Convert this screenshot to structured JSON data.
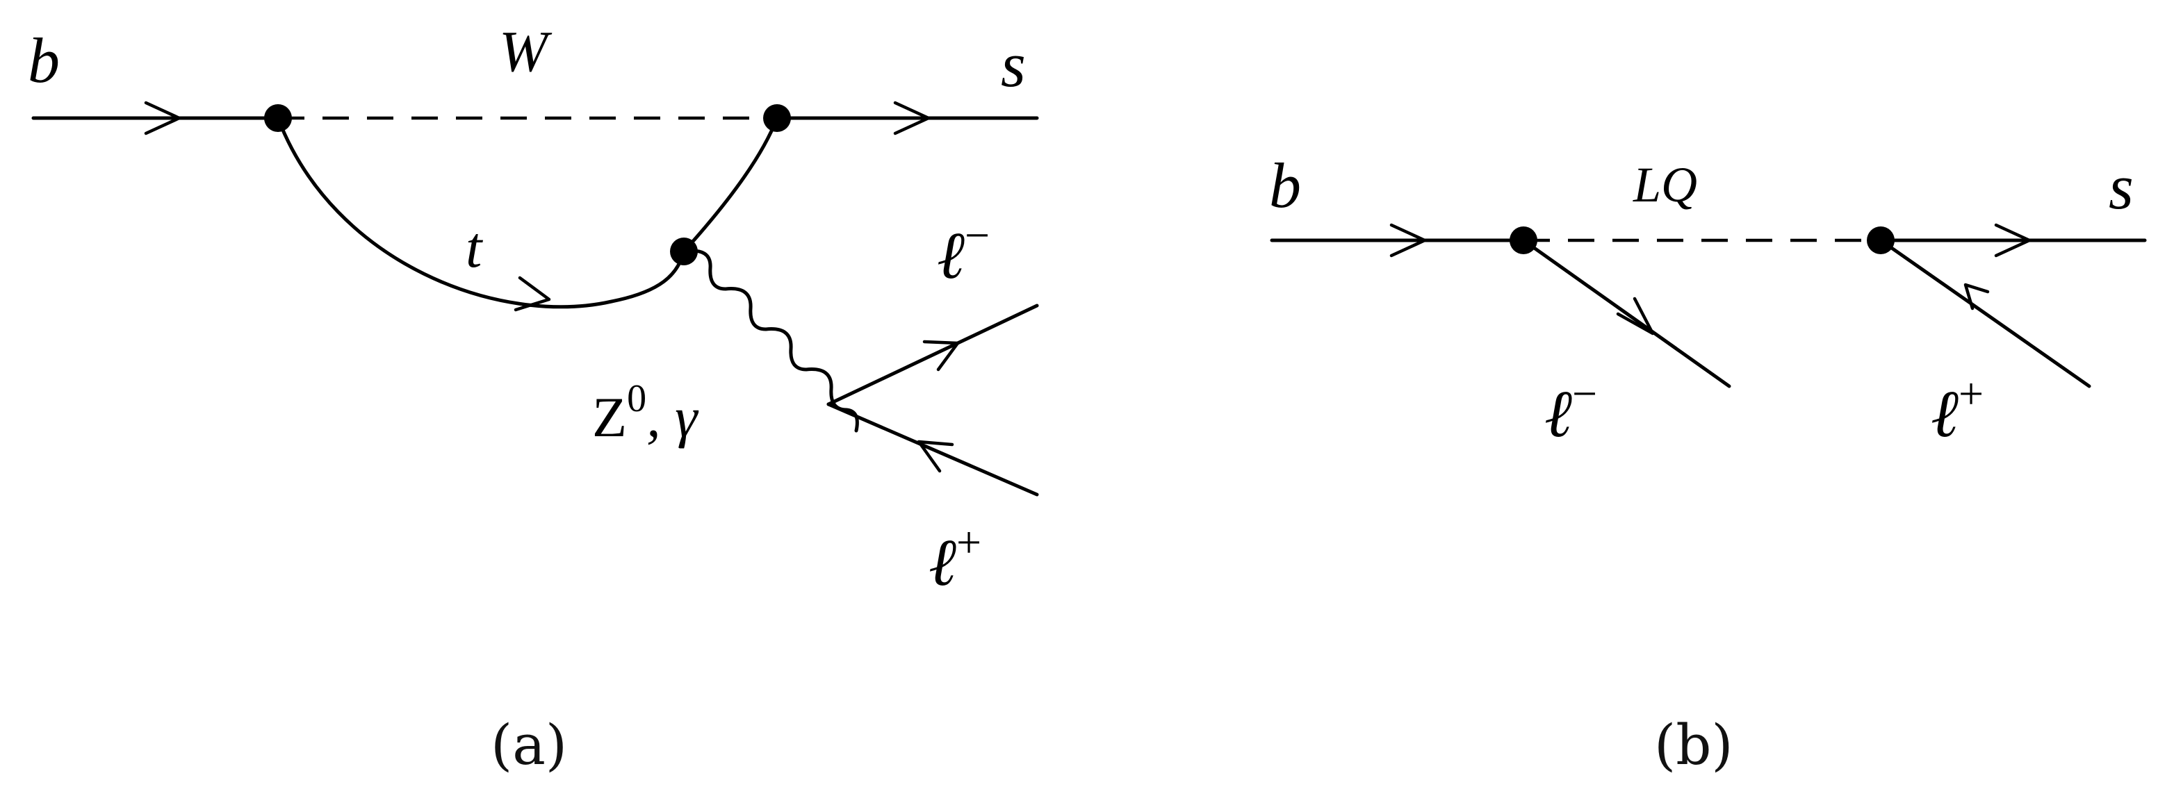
{
  "diagram_a": {
    "label_b": "b",
    "label_W": "W",
    "label_s": "s",
    "label_t": "t",
    "label_boson_Z": "Z",
    "label_boson_Z_sup": "0",
    "label_boson_rest": ", γ",
    "label_lminus": "ℓ",
    "label_lminus_sup": "−",
    "label_lplus": "ℓ",
    "label_lplus_sup": "+",
    "caption": "(a)"
  },
  "diagram_b": {
    "label_b": "b",
    "label_LQ": "LQ",
    "label_s": "s",
    "label_lminus": "ℓ",
    "label_lminus_sup": "−",
    "label_lplus": "ℓ",
    "label_lplus_sup": "+",
    "caption": "(b)"
  }
}
